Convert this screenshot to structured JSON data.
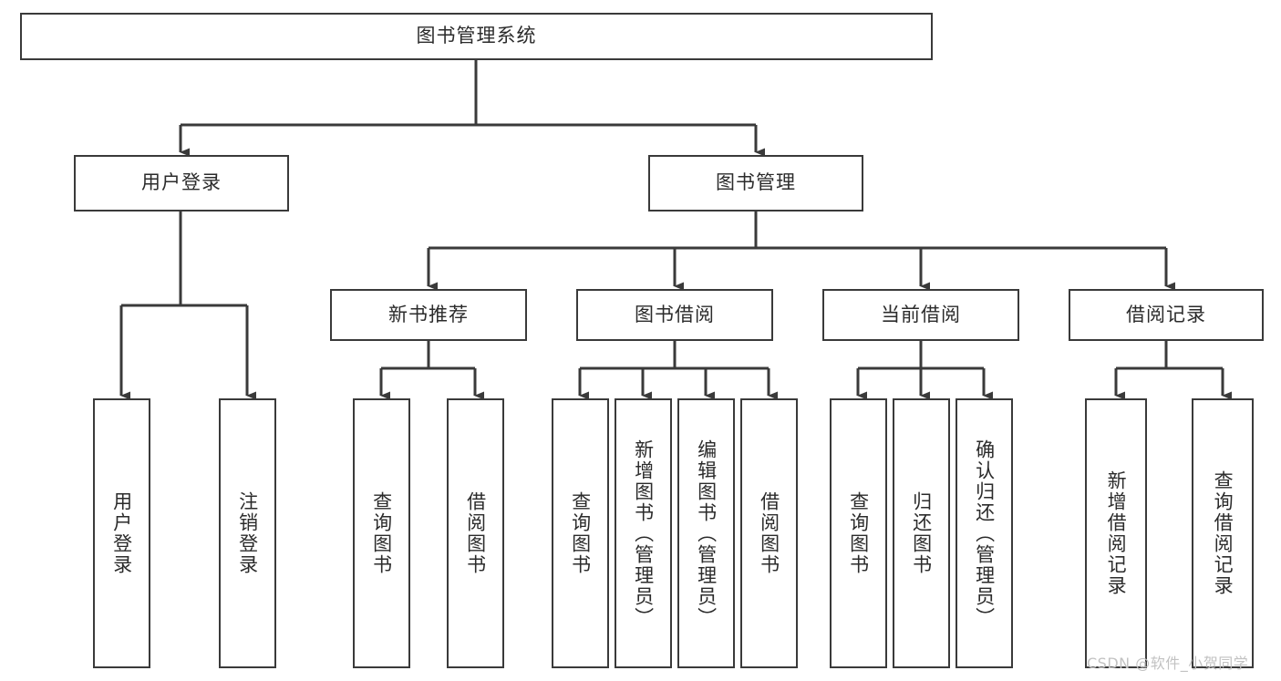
{
  "diagram": {
    "title": "图书管理系统",
    "type": "tree",
    "root": {
      "id": "root",
      "label": "图书管理系统"
    },
    "level2": [
      {
        "id": "user-login",
        "label": "用户登录"
      },
      {
        "id": "book-management",
        "label": "图书管理"
      }
    ],
    "level3": [
      {
        "id": "new-book-recommend",
        "label": "新书推荐",
        "parent": "book-management"
      },
      {
        "id": "book-borrow",
        "label": "图书借阅",
        "parent": "book-management"
      },
      {
        "id": "current-borrow",
        "label": "当前借阅",
        "parent": "book-management"
      },
      {
        "id": "borrow-record",
        "label": "借阅记录",
        "parent": "book-management"
      }
    ],
    "leaves": [
      {
        "id": "leaf-user-login",
        "label": "用户登录",
        "parent": "user-login"
      },
      {
        "id": "leaf-logout-login",
        "label": "注销登录",
        "parent": "user-login"
      },
      {
        "id": "leaf-query-book-1",
        "label": "查询图书",
        "parent": "new-book-recommend"
      },
      {
        "id": "leaf-borrow-book-1",
        "label": "借阅图书",
        "parent": "new-book-recommend"
      },
      {
        "id": "leaf-query-book-2",
        "label": "查询图书",
        "parent": "book-borrow"
      },
      {
        "id": "leaf-add-book",
        "label": "新增图书（管理员）",
        "parent": "book-borrow"
      },
      {
        "id": "leaf-edit-book",
        "label": "编辑图书（管理员）",
        "parent": "book-borrow"
      },
      {
        "id": "leaf-borrow-book-2",
        "label": "借阅图书",
        "parent": "book-borrow"
      },
      {
        "id": "leaf-query-book-3",
        "label": "查询图书",
        "parent": "current-borrow"
      },
      {
        "id": "leaf-return-book",
        "label": "归还图书",
        "parent": "current-borrow"
      },
      {
        "id": "leaf-confirm-return",
        "label": "确认归还（管理员）",
        "parent": "current-borrow"
      },
      {
        "id": "leaf-add-record",
        "label": "新增借阅记录",
        "parent": "borrow-record"
      },
      {
        "id": "leaf-query-record",
        "label": "查询借阅记录",
        "parent": "borrow-record"
      }
    ]
  },
  "watermark": {
    "text": "CSDN @软件_小贺同学"
  },
  "colors": {
    "stroke": "#3a3a3a",
    "node_fill": "#ffffff",
    "text": "#2b2b2b",
    "watermark": "#c2c2c2",
    "background": "#ffffff"
  }
}
